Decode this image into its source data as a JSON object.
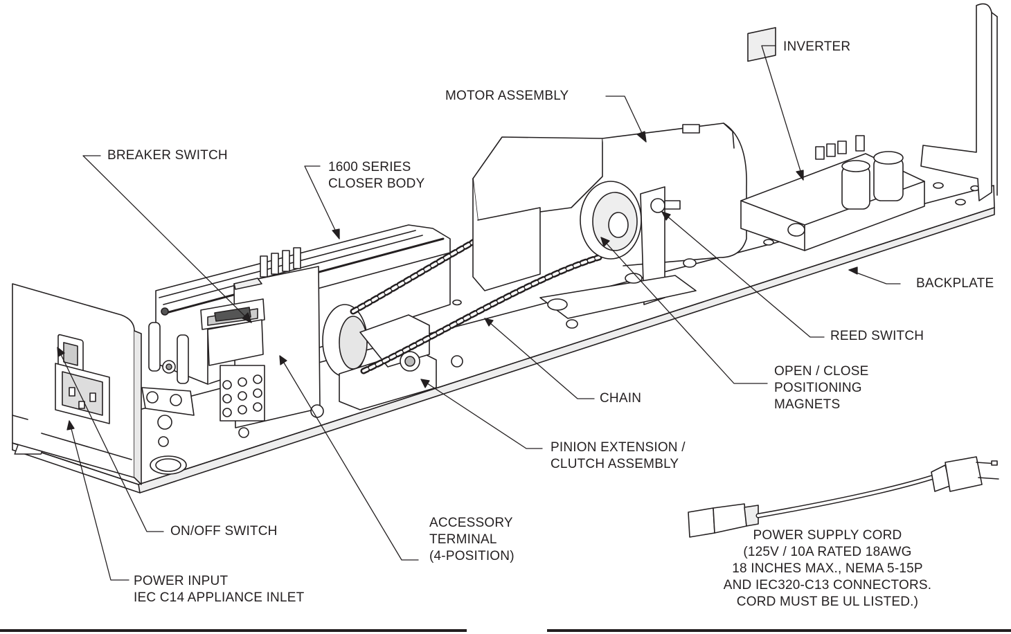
{
  "labels": {
    "inverter": "INVERTER",
    "motor_assembly": "MOTOR ASSEMBLY",
    "breaker_switch": "BREAKER SWITCH",
    "closer_body": [
      "1600 SERIES",
      "CLOSER BODY"
    ],
    "backplate": "BACKPLATE",
    "reed_switch": "REED SWITCH",
    "positioning_magnets": [
      "OPEN / CLOSE",
      "POSITIONING",
      "MAGNETS"
    ],
    "chain": "CHAIN",
    "pinion": [
      "PINION EXTENSION /",
      "CLUTCH ASSEMBLY"
    ],
    "accessory_terminal": [
      "ACCESSORY",
      "TERMINAL",
      "(4-POSITION)"
    ],
    "on_off_switch": "ON/OFF SWITCH",
    "power_input": [
      "POWER INPUT",
      "IEC C14 APPLIANCE INLET"
    ],
    "power_cord": [
      "POWER SUPPLY CORD",
      "(125V / 10A RATED 18AWG",
      "18 INCHES MAX., NEMA 5-15P",
      "AND IEC320-C13 CONNECTORS.",
      "CORD MUST BE UL LISTED.)"
    ]
  },
  "colors": {
    "ink": "#231f20",
    "paper": "#ffffff",
    "fill_light": "#f2f2f2",
    "fill_mid": "#e2e2e2"
  }
}
